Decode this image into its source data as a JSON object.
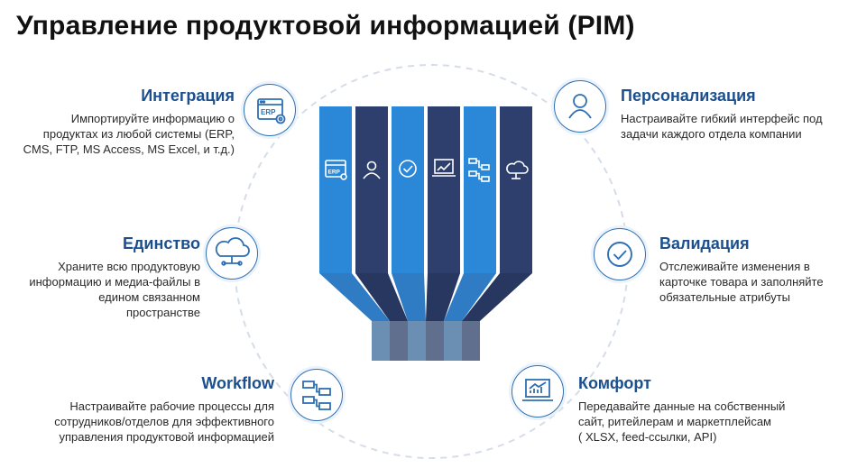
{
  "title": "Управление продуктовой информацией (PIM)",
  "blocks": {
    "integration": {
      "heading": "Интеграция",
      "text_lines": [
        "Импортируйте информацию о",
        "продуктах из любой системы  (ERP,",
        "CMS, FTP, MS Access, MS Excel, и т.д.)"
      ],
      "icon": "erp-window-icon"
    },
    "unity": {
      "heading": "Единство",
      "text_lines": [
        "Храните всю продуктовую",
        "информацию и медиа-файлы в",
        "едином связанном",
        "пространстве"
      ],
      "icon": "cloud-network-icon"
    },
    "workflow": {
      "heading": "Workflow",
      "text_lines": [
        "Настраивайте рабочие процессы для",
        "сотрудников/отделов для эффективного",
        "управления продуктовой информацией"
      ],
      "icon": "flowchart-icon"
    },
    "personalization": {
      "heading": "Персонализация",
      "text_lines": [
        "Настраивайте гибкий интерфейс под",
        "задачи каждого отдела компании"
      ],
      "icon": "user-icon"
    },
    "validation": {
      "heading": "Валидация",
      "text_lines": [
        "Отслеживайте изменения в",
        "карточке товара и заполняйте",
        "обязательные атрибуты"
      ],
      "icon": "check-circle-icon"
    },
    "comfort": {
      "heading": "Комфорт",
      "text_lines": [
        "Передавайте данные на собственный",
        "сайт, ритейлерам и маркетплейсам",
        "( XLSX, feed-ссылки, API)"
      ],
      "icon": "laptop-chart-icon"
    }
  },
  "funnel_icon_label": "ERP",
  "colors": {
    "light_blue": "#2b88d8",
    "dark_navy": "#2e3f6e",
    "heading_blue": "#1c4f8d",
    "ring": "#d5dde8"
  }
}
